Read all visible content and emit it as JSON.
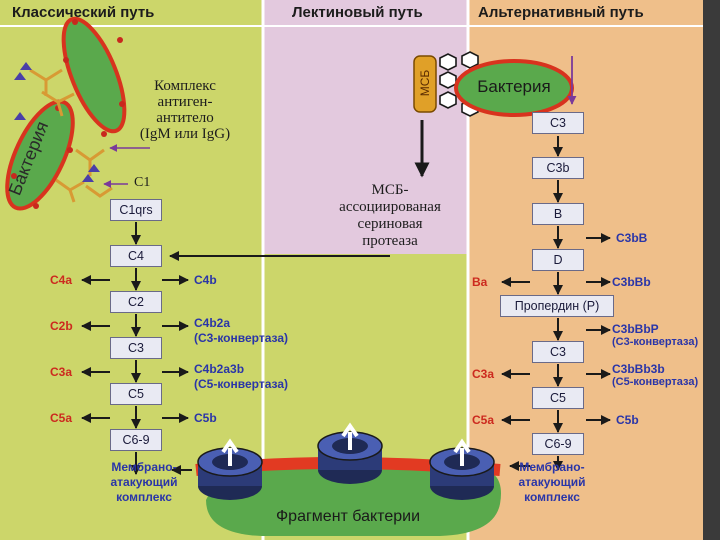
{
  "headers": {
    "classic": "Классический путь",
    "lectin": "Лектиновый путь",
    "alternative": "Альтернативный путь"
  },
  "classic": {
    "bacteria": "Бактерия",
    "complex_l1": "Комплекс",
    "complex_l2": "антиген-",
    "complex_l3": "антитело",
    "complex_l4": "(IgM или IgG)",
    "c1": "C1",
    "boxes": [
      "C1qrs",
      "C4",
      "C2",
      "C3",
      "C5",
      "C6-9"
    ],
    "left": [
      "C4a",
      "C2b",
      "C3a",
      "C5a"
    ],
    "right": [
      "C4b",
      "C4b2a",
      "(C3-конвертаза)",
      "C4b2a3b",
      "(C5-конвертаза)",
      "C5b"
    ],
    "mac": [
      "Мембрано-",
      "атакующий",
      "комплекс"
    ]
  },
  "lectin": {
    "mbl": "МСБ",
    "bacteria": "Бактерия",
    "protease": [
      "МСБ-",
      "ассоциированая",
      "сериновая",
      "протеаза"
    ]
  },
  "alternative": {
    "boxes": [
      "C3",
      "C3b",
      "B",
      "D",
      "Пропердин (P)",
      "C3",
      "C5",
      "C6-9"
    ],
    "left": [
      "Ba",
      "C3a",
      "C5a"
    ],
    "right": [
      "C3bB",
      "C3bBb",
      "C3bBbP",
      "(C3-конвертаза)",
      "C3bBb3b",
      "(C5-конвертаза)",
      "C5b"
    ],
    "mac": [
      "Мембрано-",
      "атакующий",
      "комплекс"
    ]
  },
  "bottom": {
    "fragment": "Фрагмент бактерии"
  },
  "colors": {
    "classic_bg": "#ccd66a",
    "lectin_bg": "#e3c9de",
    "alternative_bg": "#efbf8a",
    "bacteria_fill": "#5aa94c",
    "bacteria_stroke": "#d8331e",
    "label_red": "#cc2a1f",
    "label_blue": "#2a35a8"
  }
}
